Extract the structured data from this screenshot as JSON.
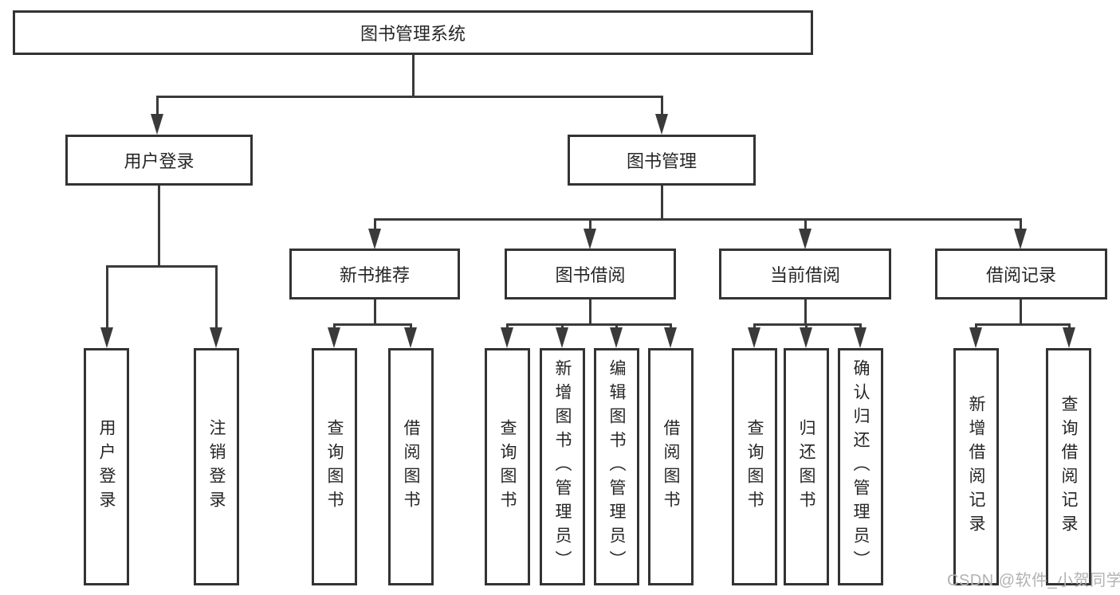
{
  "diagram": {
    "title_node": "图书管理系统",
    "nodes": [
      {
        "id": "root",
        "label": "图书管理系统",
        "parent": null
      },
      {
        "id": "user-login",
        "label": "用户登录",
        "parent": "root"
      },
      {
        "id": "book-mgmt",
        "label": "图书管理",
        "parent": "root"
      },
      {
        "id": "new-book-rec",
        "label": "新书推荐",
        "parent": "book-mgmt"
      },
      {
        "id": "book-borrow",
        "label": "图书借阅",
        "parent": "book-mgmt"
      },
      {
        "id": "current-borrow",
        "label": "当前借阅",
        "parent": "book-mgmt"
      },
      {
        "id": "borrow-records",
        "label": "借阅记录",
        "parent": "book-mgmt"
      },
      {
        "id": "user-login-leaf",
        "label": "用户登录",
        "parent": "user-login"
      },
      {
        "id": "logout",
        "label": "注销登录",
        "parent": "user-login"
      },
      {
        "id": "nbr-query",
        "label": "查询图书",
        "parent": "new-book-rec"
      },
      {
        "id": "nbr-borrow",
        "label": "借阅图书",
        "parent": "new-book-rec"
      },
      {
        "id": "bb-query",
        "label": "查询图书",
        "parent": "book-borrow"
      },
      {
        "id": "bb-add",
        "label": "新增图书（管理员）",
        "parent": "book-borrow"
      },
      {
        "id": "bb-edit",
        "label": "编辑图书（管理员）",
        "parent": "book-borrow"
      },
      {
        "id": "bb-borrow",
        "label": "借阅图书",
        "parent": "book-borrow"
      },
      {
        "id": "cb-query",
        "label": "查询图书",
        "parent": "current-borrow"
      },
      {
        "id": "cb-return",
        "label": "归还图书",
        "parent": "current-borrow"
      },
      {
        "id": "cb-confirm",
        "label": "确认归还（管理员）",
        "parent": "current-borrow"
      },
      {
        "id": "br-add",
        "label": "新增借阅记录",
        "parent": "borrow-records"
      },
      {
        "id": "br-query",
        "label": "查询借阅记录",
        "parent": "borrow-records"
      }
    ]
  },
  "watermark": {
    "text": "CSDN @软件_小贺同学"
  },
  "colors": {
    "line": "#3a3a3a",
    "box_border": "#333333",
    "text": "#262626",
    "background": "#ffffff",
    "watermark": "#b2b2b2"
  }
}
